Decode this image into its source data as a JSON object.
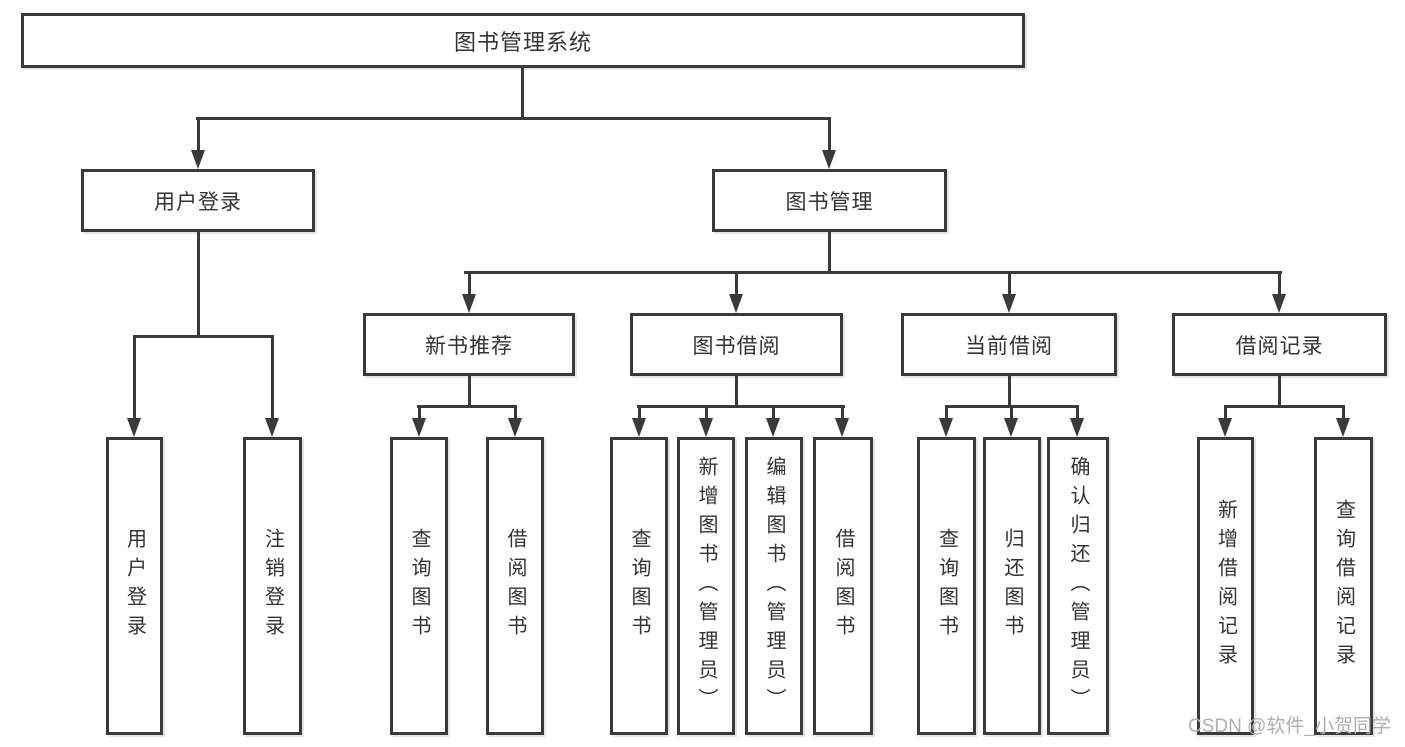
{
  "tree": {
    "root": "图书管理系统",
    "children": [
      {
        "label": "用户登录",
        "children": [
          {
            "label": "用户登录"
          },
          {
            "label": "注销登录"
          }
        ]
      },
      {
        "label": "图书管理",
        "children": [
          {
            "label": "新书推荐",
            "children": [
              {
                "label": "查询图书"
              },
              {
                "label": "借阅图书"
              }
            ]
          },
          {
            "label": "图书借阅",
            "children": [
              {
                "label": "查询图书"
              },
              {
                "label": "新增图书（管理员）"
              },
              {
                "label": "编辑图书（管理员）"
              },
              {
                "label": "借阅图书"
              }
            ]
          },
          {
            "label": "当前借阅",
            "children": [
              {
                "label": "查询图书"
              },
              {
                "label": "归还图书"
              },
              {
                "label": "确认归还（管理员）"
              }
            ]
          },
          {
            "label": "借阅记录",
            "children": [
              {
                "label": "新增借阅记录"
              },
              {
                "label": "查询借阅记录"
              }
            ]
          }
        ]
      }
    ]
  },
  "watermark": {
    "text": "CSDN @软件_小贺同学"
  },
  "colors": {
    "line": "#3a3a3a",
    "text": "#333333",
    "watermark": "#b0b0b0",
    "background": "#ffffff"
  }
}
